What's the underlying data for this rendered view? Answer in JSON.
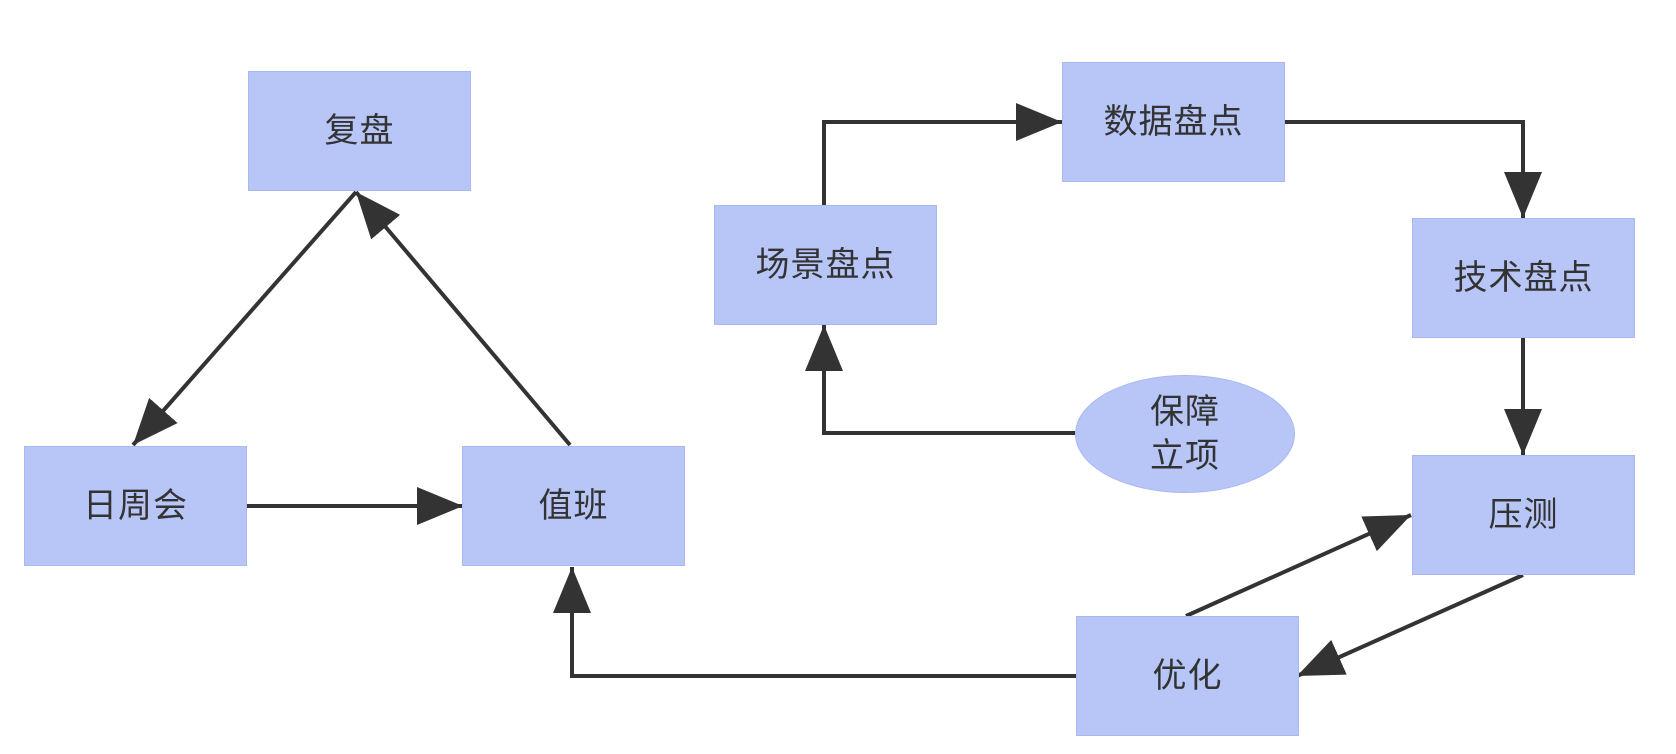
{
  "colors": {
    "node_fill": "#b8c6f7",
    "edge": "#333333",
    "text": "#333333",
    "background": "#ffffff"
  },
  "nodes": {
    "fupan": "复盘",
    "rizhouhui": "日周会",
    "zhiban": "值班",
    "changjing": "场景盘点",
    "shuju": "数据盘点",
    "jishu": "技术盘点",
    "baozhang": "保障\n立项",
    "yace": "压测",
    "youhua": "优化"
  },
  "edges": [
    {
      "from": "fupan",
      "to": "rizhouhui"
    },
    {
      "from": "zhiban",
      "to": "fupan"
    },
    {
      "from": "rizhouhui",
      "to": "zhiban"
    },
    {
      "from": "changjing",
      "to": "shuju"
    },
    {
      "from": "shuju",
      "to": "jishu"
    },
    {
      "from": "jishu",
      "to": "yace"
    },
    {
      "from": "baozhang",
      "to": "changjing"
    },
    {
      "from": "youhua",
      "to": "yace"
    },
    {
      "from": "yace",
      "to": "youhua"
    },
    {
      "from": "youhua",
      "to": "zhiban"
    }
  ]
}
